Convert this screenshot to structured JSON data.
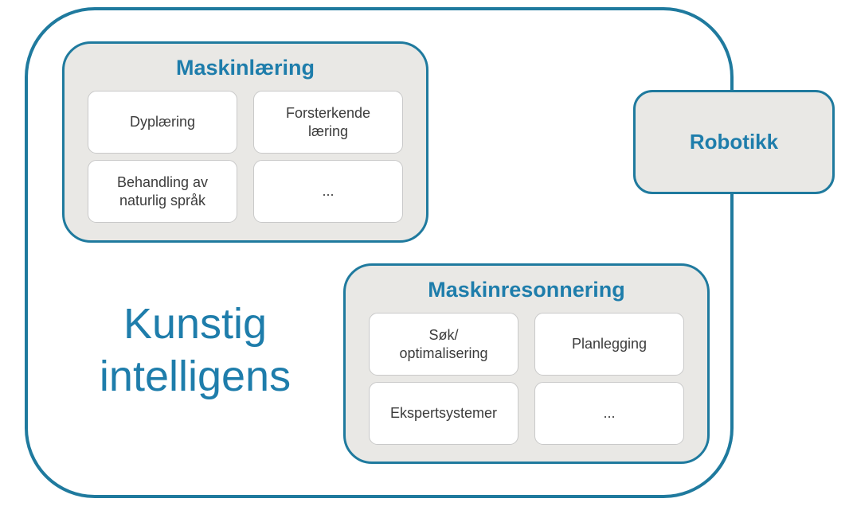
{
  "theme": {
    "accent": "#1f7a9e",
    "heading_text": "#1e7dab",
    "group_fill": "#e9e8e5",
    "cell_border": "#c9c9c9",
    "cell_text": "#3c3c3c",
    "canvas": "#ffffff"
  },
  "diagram": {
    "root_label": "Kunstig intelligens",
    "groups": [
      {
        "title": "Maskinlæring",
        "cells": [
          "Dyplæring",
          "Forsterkende\nlæring",
          "Behandling av\nnaturlig språk",
          "..."
        ]
      },
      {
        "title": "Maskinresonnering",
        "cells": [
          "Søk/\noptimalisering",
          "Planlegging",
          "Ekspertsystemer",
          "..."
        ]
      }
    ],
    "standalone": {
      "title": "Robotikk"
    }
  }
}
